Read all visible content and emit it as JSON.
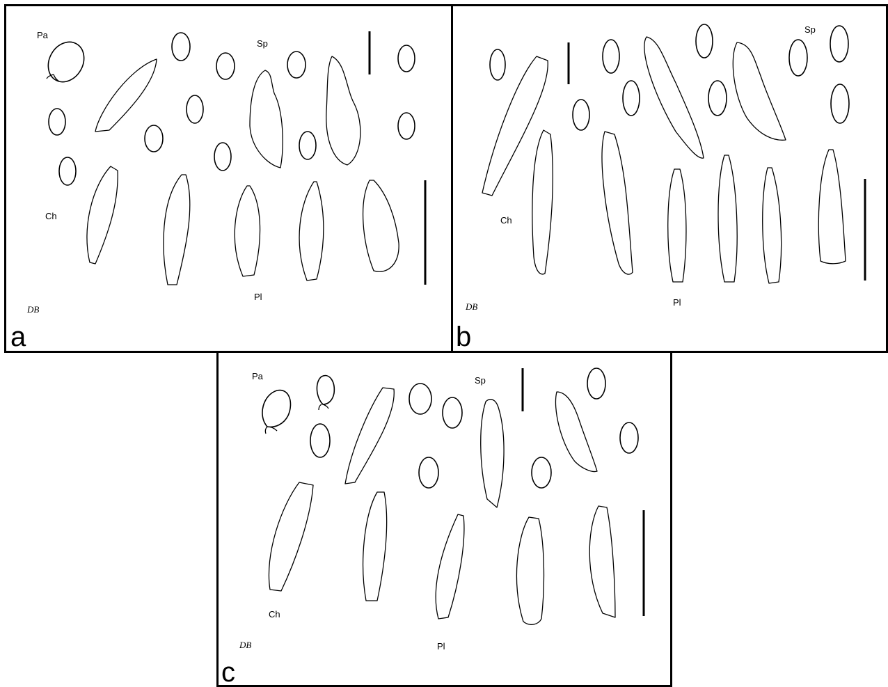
{
  "panels": {
    "a": {
      "letter": "a",
      "labels": {
        "pa": "Pa",
        "sp": "Sp",
        "ch": "Ch",
        "pl": "Pl",
        "signature": "DB"
      }
    },
    "b": {
      "letter": "b",
      "labels": {
        "sp": "Sp",
        "ch": "Ch",
        "pl": "Pl",
        "signature": "DB"
      }
    },
    "c": {
      "letter": "c",
      "labels": {
        "pa": "Pa",
        "sp": "Sp",
        "ch": "Ch",
        "pl": "Pl",
        "signature": "DB"
      }
    }
  }
}
